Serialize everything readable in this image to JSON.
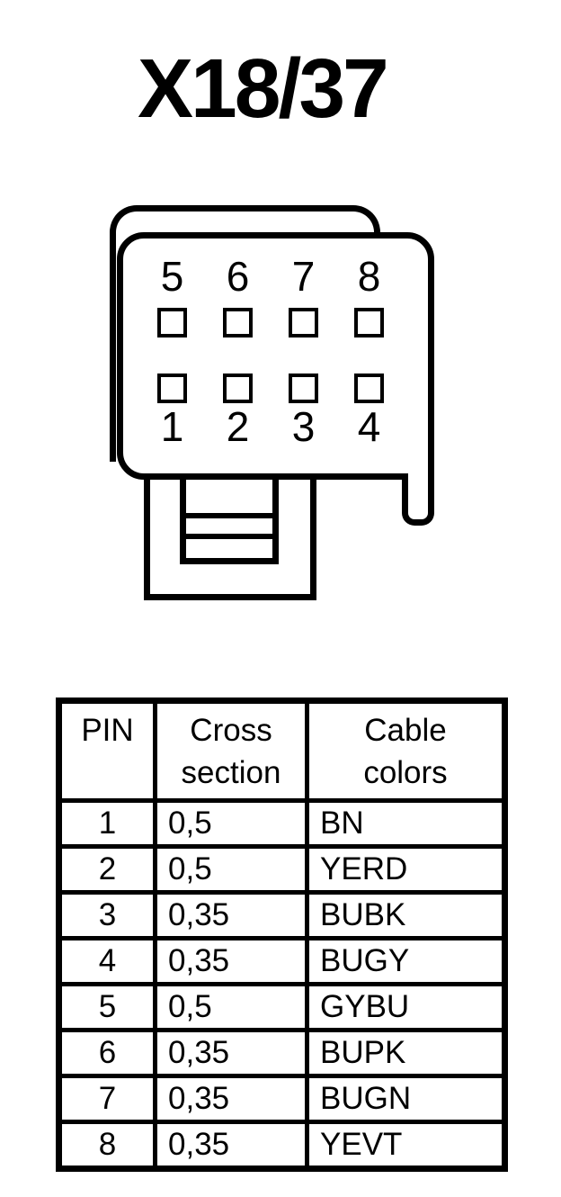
{
  "title": "X18/37",
  "connector": {
    "pins_top": [
      "5",
      "6",
      "7",
      "8"
    ],
    "pins_bottom": [
      "1",
      "2",
      "3",
      "4"
    ]
  },
  "table": {
    "headers": {
      "pin": "PIN",
      "cross": [
        "Cross",
        "section"
      ],
      "cable": [
        "Cable",
        "colors"
      ]
    },
    "rows": [
      {
        "pin": "1",
        "cross_section": "0,5",
        "cable_colors": "BN"
      },
      {
        "pin": "2",
        "cross_section": "0,5",
        "cable_colors": "YERD"
      },
      {
        "pin": "3",
        "cross_section": "0,35",
        "cable_colors": "BUBK"
      },
      {
        "pin": "4",
        "cross_section": "0,35",
        "cable_colors": "BUGY"
      },
      {
        "pin": "5",
        "cross_section": "0,5",
        "cable_colors": "GYBU"
      },
      {
        "pin": "6",
        "cross_section": "0,35",
        "cable_colors": "BUPK"
      },
      {
        "pin": "7",
        "cross_section": "0,35",
        "cable_colors": "BUGN"
      },
      {
        "pin": "8",
        "cross_section": "0,35",
        "cable_colors": "YEVT"
      }
    ]
  },
  "colors": {
    "ink": "#000000",
    "background": "#ffffff"
  }
}
